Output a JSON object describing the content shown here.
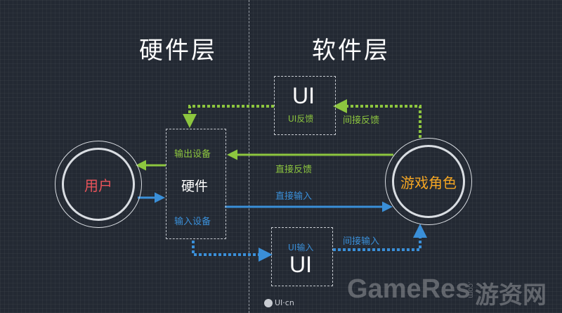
{
  "titles": {
    "hardware_layer": "硬件层",
    "software_layer": "软件层"
  },
  "nodes": {
    "user": "用户",
    "hardware": "硬件",
    "game_character": "游戏角色",
    "output_device": "输出设备",
    "input_device": "输入设备",
    "ui_top": "UI",
    "ui_top_sub": "UI反馈",
    "ui_bottom": "UI",
    "ui_bottom_sub": "UI输入"
  },
  "edges": {
    "indirect_feedback": "间接反馈",
    "direct_feedback": "直接反馈",
    "direct_input": "直接输入",
    "indirect_input": "间接输入"
  },
  "colors": {
    "feedback_green": "#8dc63f",
    "input_blue": "#3a8fd8",
    "user_red": "#e8535a",
    "game_orange": "#f5a623"
  },
  "watermark": {
    "brand": "GameRes",
    "dot_com": ".com",
    "cn": "游资网",
    "logo": "UI·cn"
  }
}
